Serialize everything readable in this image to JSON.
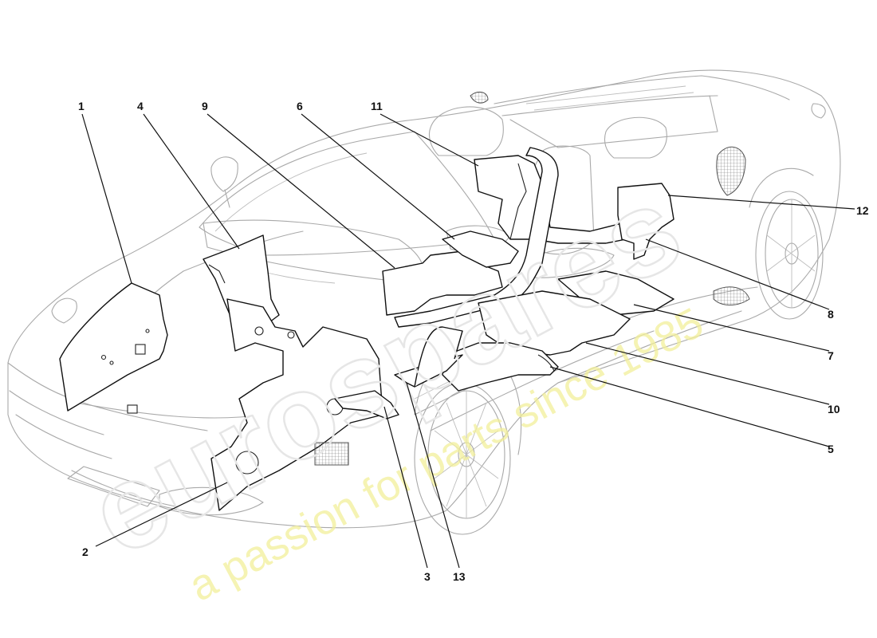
{
  "watermark": {
    "logo": "eurospares",
    "tagline": "a passion for parts since 1985"
  },
  "callouts": [
    {
      "id": "c1",
      "label": "1"
    },
    {
      "id": "c2",
      "label": "2"
    },
    {
      "id": "c3",
      "label": "3"
    },
    {
      "id": "c4",
      "label": "4"
    },
    {
      "id": "c5",
      "label": "5"
    },
    {
      "id": "c6",
      "label": "6"
    },
    {
      "id": "c7",
      "label": "7"
    },
    {
      "id": "c8",
      "label": "8"
    },
    {
      "id": "c9",
      "label": "9"
    },
    {
      "id": "c10",
      "label": "10"
    },
    {
      "id": "c11",
      "label": "11"
    },
    {
      "id": "c12",
      "label": "12"
    },
    {
      "id": "c13",
      "label": "13"
    }
  ]
}
